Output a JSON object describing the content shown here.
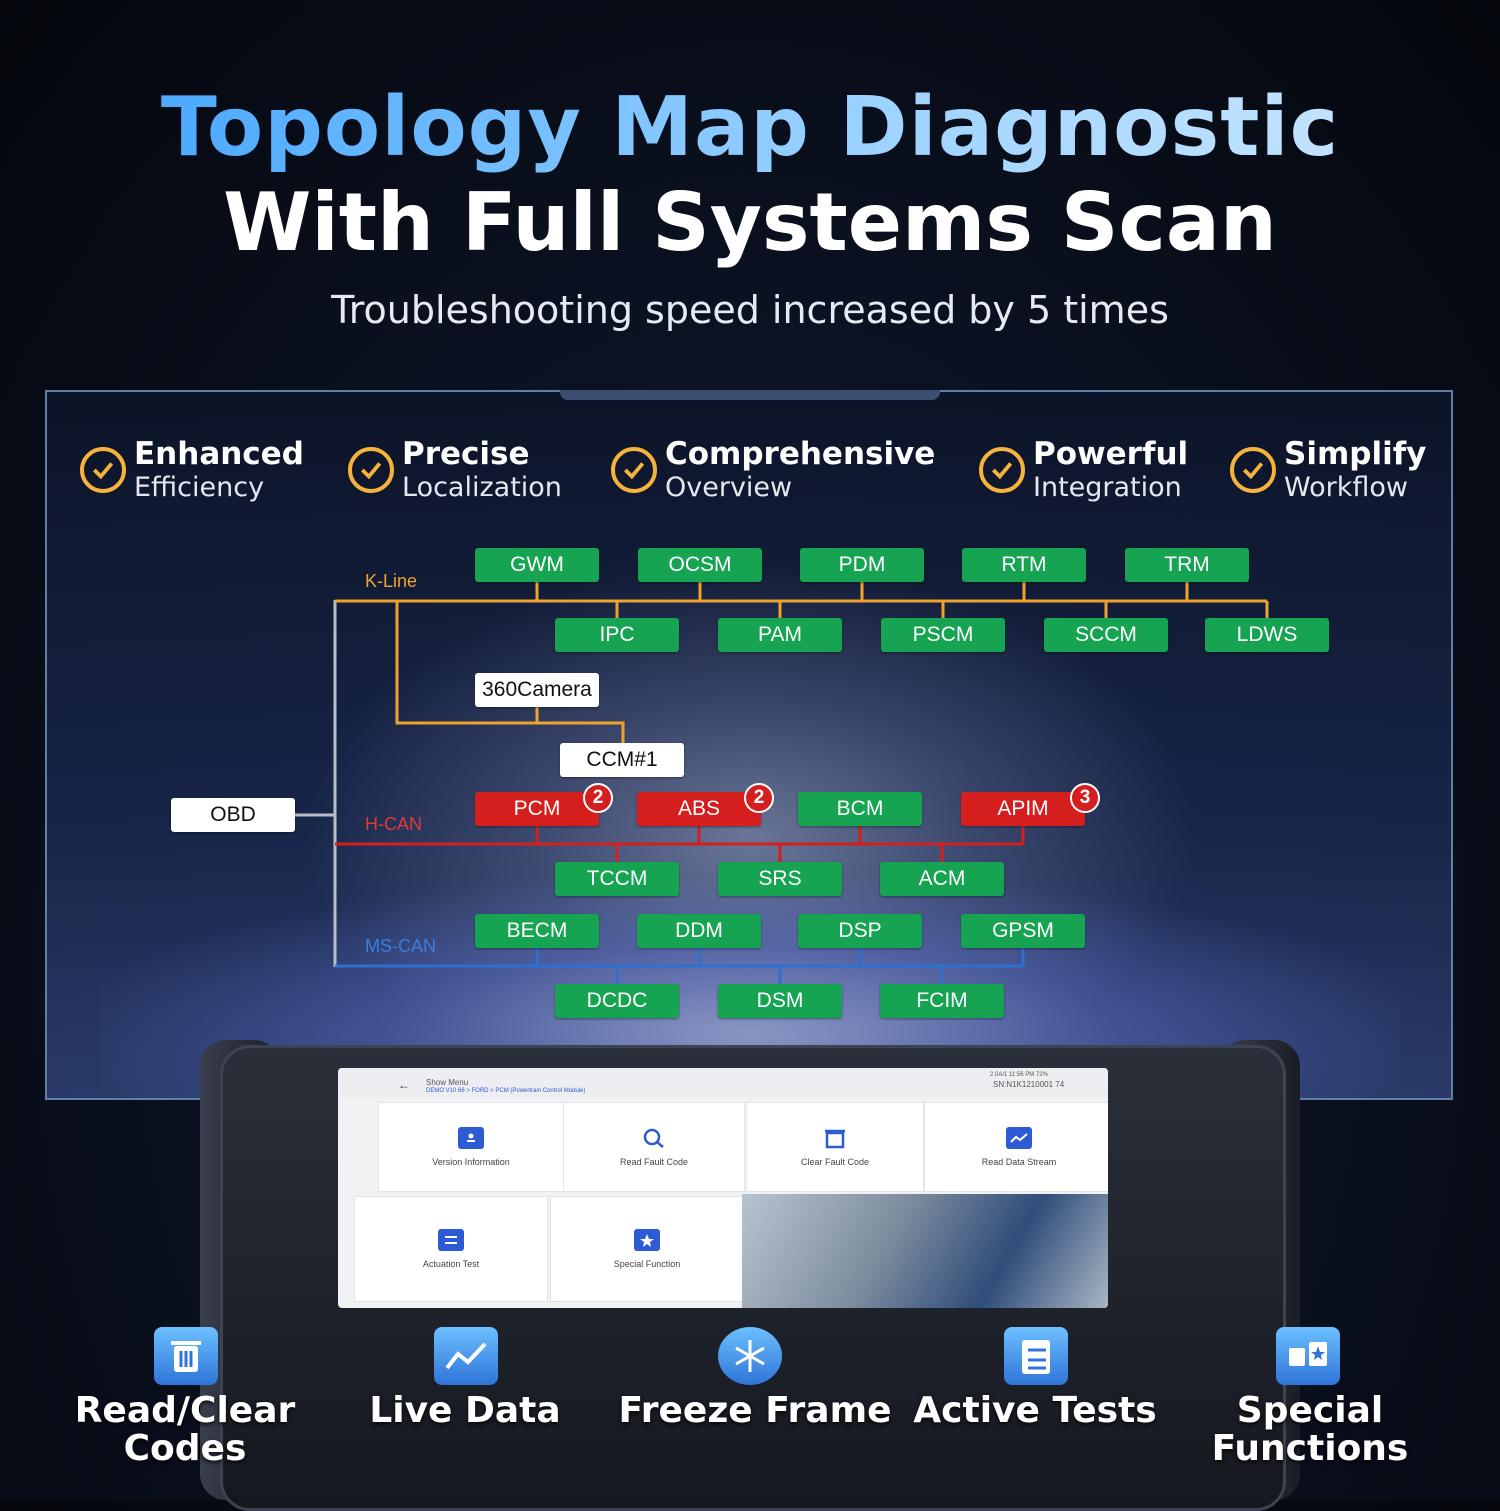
{
  "header": {
    "title_line1": "Topology Map Diagnostic",
    "title_line2": "With Full Systems Scan",
    "subtitle": "Troubleshooting speed increased by 5 times"
  },
  "features": [
    {
      "bold": "Enhanced",
      "light": "Efficiency"
    },
    {
      "bold": "Precise",
      "light": "Localization"
    },
    {
      "bold": "Comprehensive",
      "light": "Overview"
    },
    {
      "bold": "Powerful",
      "light": "Integration"
    },
    {
      "bold": "Simplify",
      "light": "Workflow"
    }
  ],
  "colors": {
    "module_ok": "#16a352",
    "module_fault": "#d51f1f",
    "kline": "#f0a22e",
    "hcan": "#d51f1f",
    "mscan": "#2f6fd0",
    "check_ring": "#f5b33c"
  },
  "topology": {
    "obd_label": "OBD",
    "buses": {
      "kline": "K-Line",
      "hcan": "H-CAN",
      "mscan": "MS-CAN"
    },
    "kline_top": [
      "GWM",
      "OCSM",
      "PDM",
      "RTM",
      "TRM"
    ],
    "kline_bottom": [
      "IPC",
      "PAM",
      "PSCM",
      "SCCM",
      "LDWS"
    ],
    "camera": "360Camera",
    "ccm": "CCM#1",
    "hcan_top": [
      {
        "name": "PCM",
        "fault": true,
        "count": "2"
      },
      {
        "name": "ABS",
        "fault": true,
        "count": "2"
      },
      {
        "name": "BCM",
        "fault": false,
        "count": ""
      },
      {
        "name": "APIM",
        "fault": true,
        "count": "3"
      }
    ],
    "hcan_bottom": [
      "TCCM",
      "SRS",
      "ACM"
    ],
    "mscan_top": [
      "BECM",
      "DDM",
      "DSP",
      "GPSM"
    ],
    "mscan_bottom": [
      "DCDC",
      "DSM",
      "FCIM"
    ]
  },
  "tablet": {
    "menu_title": "Show Menu",
    "breadcrumb": "DEMO V10.66 > FORD > PCM (Powertrain Control Module)",
    "status": "2.0A/1 11:56 PM  72%",
    "serial": "SN:N1K1210001 74",
    "tiles": [
      {
        "label": "Version Information",
        "icon": "info-card-icon"
      },
      {
        "label": "Read Fault Code",
        "icon": "search-code-icon"
      },
      {
        "label": "Clear Fault Code",
        "icon": "trash-icon"
      },
      {
        "label": "Read Data Stream",
        "icon": "data-stream-icon"
      },
      {
        "label": "Actuation Test",
        "icon": "clipboard-test-icon"
      },
      {
        "label": "Special Function",
        "icon": "special-function-icon"
      }
    ]
  },
  "bottom_features": [
    {
      "label_line1": "Read/Clear",
      "label_line2": "Codes",
      "icon": "trash-icon"
    },
    {
      "label_line1": "Live Data",
      "label_line2": "",
      "icon": "live-data-icon"
    },
    {
      "label_line1": "Freeze Frame",
      "label_line2": "",
      "icon": "snowflake-icon"
    },
    {
      "label_line1": "Active Tests",
      "label_line2": "",
      "icon": "clipboard-test-icon"
    },
    {
      "label_line1": "Special",
      "label_line2": "Functions",
      "icon": "special-function-icon"
    }
  ]
}
